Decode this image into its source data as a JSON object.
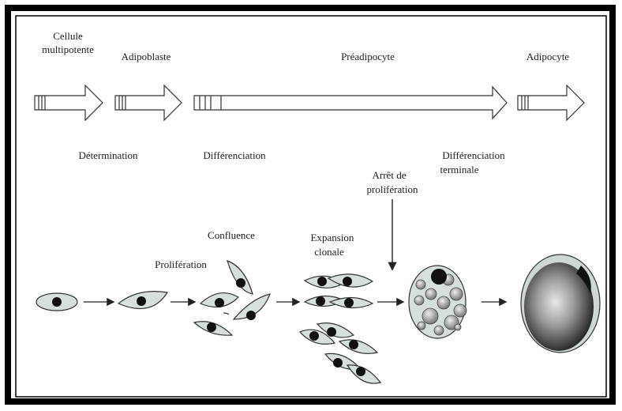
{
  "stages": {
    "cellule_line1": "Cellule",
    "cellule_line2": "multipotente",
    "adipoblaste": "Adipoblaste",
    "preadipocyte": "Préadipocyte",
    "adipocyte": "Adipocyte"
  },
  "processes": {
    "determination": "Détermination",
    "differenciation": "Différenciation",
    "diff_terminale_line1": "Différenciation",
    "diff_terminale_line2": "terminale",
    "arret_line1": "Arrêt de",
    "arret_line2": "prolifération"
  },
  "cell_steps": {
    "proliferation": "Prolifération",
    "confluence": "Confluence",
    "expansion_line1": "Expansion",
    "expansion_line2": "clonale"
  }
}
